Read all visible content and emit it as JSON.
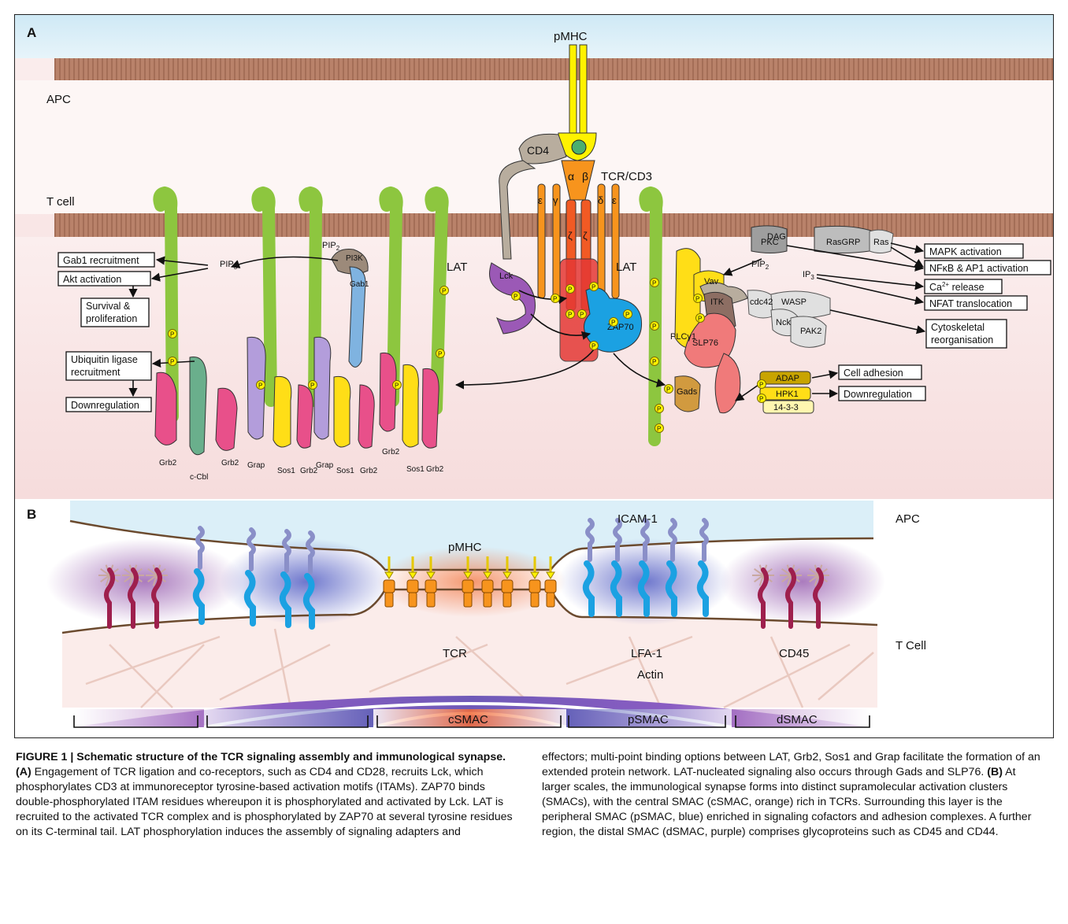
{
  "panel_a": {
    "letter": "A",
    "pmhc": "pMHC",
    "apc": "APC",
    "t_cell": "T cell",
    "cd4": "CD4",
    "alpha": "α",
    "beta": "β",
    "tcr_cd3": "TCR/CD3",
    "epsilon_left": "ε",
    "gamma": "γ",
    "zeta_1": "ζ",
    "zeta_2": "ζ",
    "delta": "δ",
    "epsilon_right": "ε",
    "lat_left": "LAT",
    "lat_right": "LAT",
    "lck": "Lck",
    "zap70": "ZAP70",
    "pip2_left": "PIP",
    "pip2_left_sub": "2",
    "pip3": "PIP",
    "pip3_sub": "3",
    "pi3k": "PI3K",
    "gab1": "Gab1",
    "dag": "DAG",
    "pkc": "PKC",
    "rasgrp": "RasGRP",
    "ras": "Ras",
    "pip2_right": "PIP",
    "pip2_right_sub": "2",
    "ip3": "IP",
    "ip3_sub": "3",
    "vav": "Vav",
    "itk": "ITK",
    "cdc42": "cdc42",
    "wasp": "WASP",
    "nck": "Nck",
    "pak2": "PAK2",
    "plcg1": "PLCγ1",
    "slp76": "SLP76",
    "gads": "Gads",
    "adap": "ADAP",
    "hpk1": "HPK1",
    "p1433": "14-3-3",
    "phospho": "P",
    "adaptor_labels": [
      {
        "text": "Grb2"
      },
      {
        "text": "c-Cbl"
      },
      {
        "text": "Grb2"
      },
      {
        "text": "Grap"
      },
      {
        "text": "Sos1"
      },
      {
        "text": "Grb2"
      },
      {
        "text": "Grap"
      },
      {
        "text": "Sos1"
      },
      {
        "text": "Grb2"
      },
      {
        "text": "Grb2"
      },
      {
        "text": "Sos1"
      },
      {
        "text": "Grb2"
      }
    ],
    "left_boxes": {
      "gab1_recruitment": "Gab1 recruitment",
      "akt_activation": "Akt activation",
      "survival_1": "Survival &",
      "survival_2": "proliferation",
      "ubiquitin_1": "Ubiquitin ligase",
      "ubiquitin_2": "recruitment",
      "downregulation": "Downregulation"
    },
    "right_boxes": {
      "mapk": "MAPK activation",
      "nfkb": "NFκB & AP1 activation",
      "ca_release": "Ca",
      "ca_sup": "2+",
      "ca_tail": " release",
      "nfat": "NFAT translocation",
      "cyto_1": "Cytoskeletal",
      "cyto_2": "reorganisation",
      "cell_adhesion": "Cell adhesion",
      "downregulation": "Downregulation"
    }
  },
  "panel_b": {
    "letter": "B",
    "icam1": "ICAM-1",
    "apc": "APC",
    "pmhc": "pMHC",
    "t_cell": "T Cell",
    "tcr": "TCR",
    "lfa1": "LFA-1",
    "actin": "Actin",
    "cd45": "CD45",
    "csmac": "cSMAC",
    "psmac": "pSMAC",
    "dsmac": "dSMAC"
  },
  "colors": {
    "membrane": "#b07b5c",
    "lat": "#8dc63f",
    "tcr": "#f7941d",
    "pmhc": "#fff200",
    "zap70": "#1ba1e2",
    "lck": "#9b59b6",
    "grb2": "#e8508a",
    "sos1": "#ffde17",
    "grap": "#b39ddb",
    "ccbl": "#6aaf8c",
    "lfa1": "#27a9e1",
    "icam1": "#8a8fc8",
    "cd45": "#9e1f4d",
    "csmac": "#f26a36",
    "psmac": "#5b63b7",
    "dsmac": "#9b59b6"
  },
  "caption": {
    "title": "FIGURE 1 | Schematic structure of the TCR signaling assembly and immunological synapse.",
    "part_a": "(A)",
    "left_text": "Engagement of TCR ligation and co-receptors, such as CD4 and CD28, recruits Lck, which phosphorylates CD3 at immunoreceptor tyrosine-based activation motifs (ITAMs). ZAP70 binds double-phosphorylated ITAM residues whereupon it is phosphorylated and activated by Lck. LAT is recruited to the activated TCR complex and is phosphorylated by ZAP70 at several tyrosine residues on its C-terminal tail. LAT phosphorylation induces the assembly of signaling adapters and",
    "right_text_1": "effectors; multi-point binding options between LAT, Grb2, Sos1 and Grap facilitate the formation of an extended protein network. LAT-nucleated signaling also occurs through Gads and SLP76.",
    "part_b": "(B)",
    "right_text_2": "At larger scales, the immunological synapse forms into distinct supramolecular activation clusters (SMACs), with the central SMAC (cSMAC, orange) rich in TCRs. Surrounding this layer is the peripheral SMAC (pSMAC, blue) enriched in signaling cofactors and adhesion complexes. A further region, the distal SMAC (dSMAC, purple) comprises glycoproteins such as CD45 and CD44."
  }
}
